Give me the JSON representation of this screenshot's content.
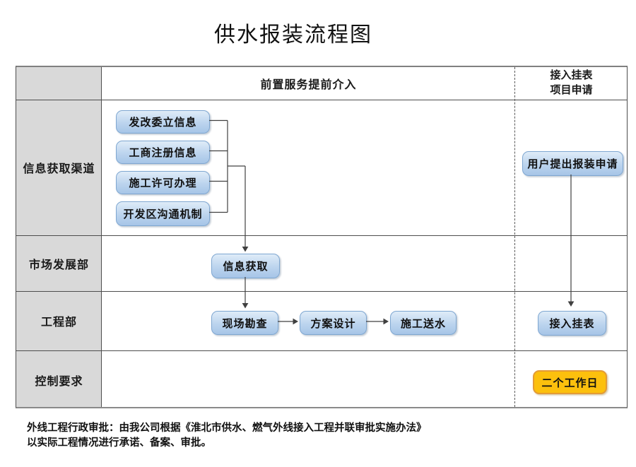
{
  "title": "供水报装流程图",
  "header": {
    "middle": "前置服务提前介入",
    "right_line1": "接入挂表",
    "right_line2": "项目申请"
  },
  "lanes": [
    "信息获取渠道",
    "市场发展部",
    "工程部",
    "控制要求"
  ],
  "nodes": {
    "fagaiwei_info": "发改委立信息",
    "gongshang_info": "工商注册信息",
    "shigong_xuke": "施工许可办理",
    "kaifaqu_goutong": "开发区沟通机制",
    "xinxi_huoqu": "信息获取",
    "xianchang_kancha": "现场勘查",
    "fangan_sheji": "方案设计",
    "shigong_songshui": "施工送水",
    "yonghu_shenqing": "用户提出报装申请",
    "jieru_guabiao": "接入挂表",
    "kongzhi_yaoqiu": "二个工作日"
  },
  "footer": {
    "line1": "外线工程行政审批：由我公司根据《淮北市供水、燃气外线接入工程并联审批实施办法》",
    "line2": "以实际工程情况进行承诺、备案、审批。"
  },
  "colors": {
    "node-fill-top": "#dfecf8",
    "node-fill-bottom": "#a6c5e7",
    "node-border": "#7fa7d1",
    "highlight-fill": "#fcc00d",
    "highlight-border": "#e39b36",
    "lane-fill": "#d9d9d9",
    "line-color": "#404040"
  }
}
